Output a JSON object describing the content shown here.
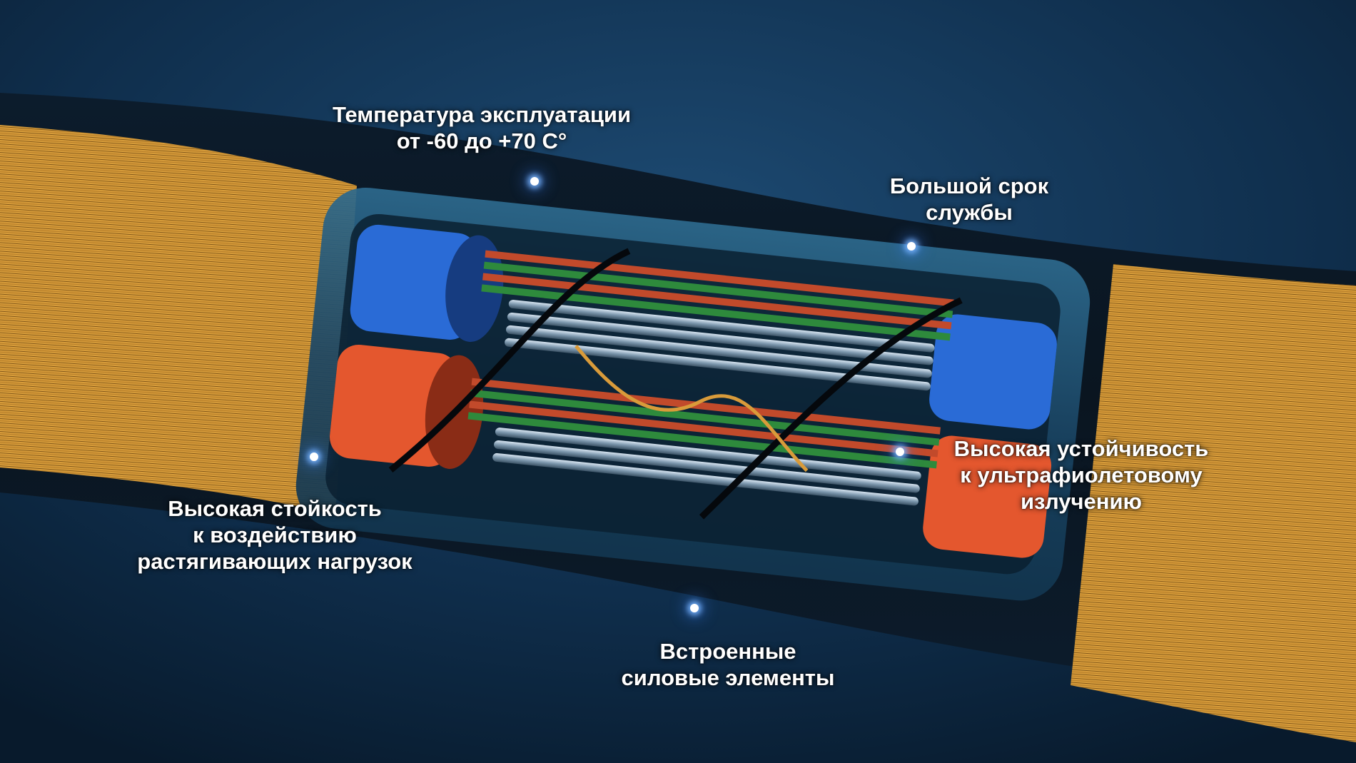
{
  "colors": {
    "background": "#0b2238",
    "fiber": "#e8a93a",
    "sheath": "#0a1622",
    "tube_blue": "#2a6bd6",
    "tube_orange": "#e4572e",
    "glow": "#6fb0ff"
  },
  "callouts": [
    {
      "lines": [
        "Температура эксплуатации",
        "от -60 до +70 С°"
      ]
    },
    {
      "lines": [
        "Большой срок",
        "службы"
      ]
    },
    {
      "lines": [
        "Высокая стойкость",
        "к воздействию",
        "растягивающих нагрузок"
      ]
    },
    {
      "lines": [
        "Высокая устойчивость",
        "к ультрафиолетовому",
        "излучению"
      ]
    },
    {
      "lines": [
        "Встроенные",
        "силовые элементы"
      ]
    }
  ]
}
